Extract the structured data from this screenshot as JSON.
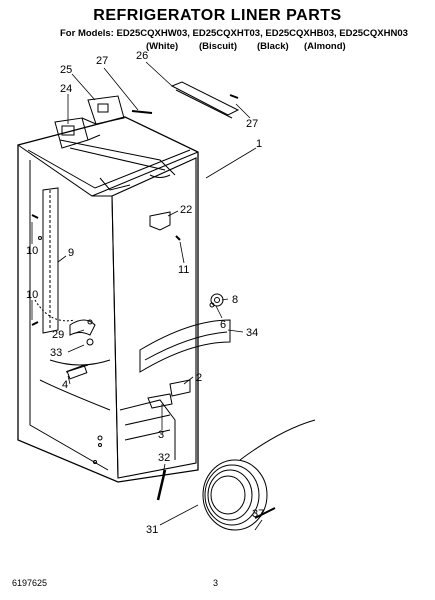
{
  "title": "REFRIGERATOR LINER PARTS",
  "models": {
    "prefix": "For Models:",
    "list": "ED25CQXHW03, ED25CQXHT03, ED25CQXHB03, ED25CQXHN03",
    "colors": [
      "(White)",
      "(Biscuit)",
      "(Black)",
      "(Almond)"
    ]
  },
  "callouts": [
    "25",
    "27",
    "26",
    "24",
    "27",
    "1",
    "22",
    "10",
    "9",
    "11",
    "8",
    "10",
    "6",
    "29",
    "34",
    "33",
    "4",
    "2",
    "3",
    "32",
    "37",
    "31"
  ],
  "footer": {
    "doc_number": "6197625",
    "page_number": "3"
  }
}
